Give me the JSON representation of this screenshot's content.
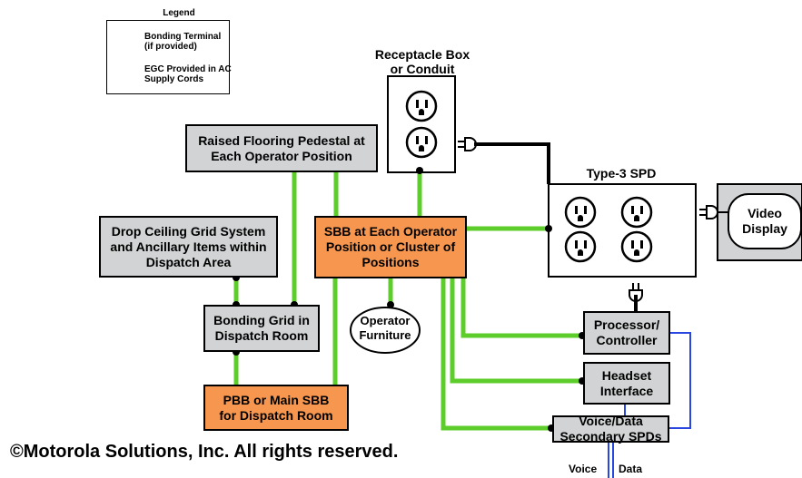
{
  "legend": {
    "title": "Legend",
    "bonding_terminal": "Bonding Terminal\n(if provided)",
    "egc_cords": "EGC Provided in AC\nSupply Cords"
  },
  "receptacle_box": "Receptacle Box\nor Conduit",
  "type3_spd": "Type-3 SPD",
  "video_display": "Video\nDisplay",
  "raised_flooring": "Raised Flooring Pedestal at\nEach Operator Position",
  "drop_ceiling": "Drop Ceiling Grid System\nand Ancillary Items within\nDispatch Area",
  "sbb": "SBB at Each Operator\nPosition or Cluster of\nPositions",
  "bonding_grid": "Bonding Grid in\nDispatch Room",
  "operator_furniture": "Operator\nFurniture",
  "pbb": "PBB or Main SBB\nfor Dispatch Room",
  "processor": "Processor/\nController",
  "headset": "Headset\nInterface",
  "voice_data_spd": "Voice/Data\nSecondary SPDs",
  "voice": "Voice",
  "data": "Data",
  "copyright": "©Motorola Solutions, Inc. All rights reserved.",
  "colors": {
    "bonding": "#5ccd2a",
    "signal": "#2a46e0",
    "gray": "#d1d3d4",
    "orange": "#f7964f"
  }
}
